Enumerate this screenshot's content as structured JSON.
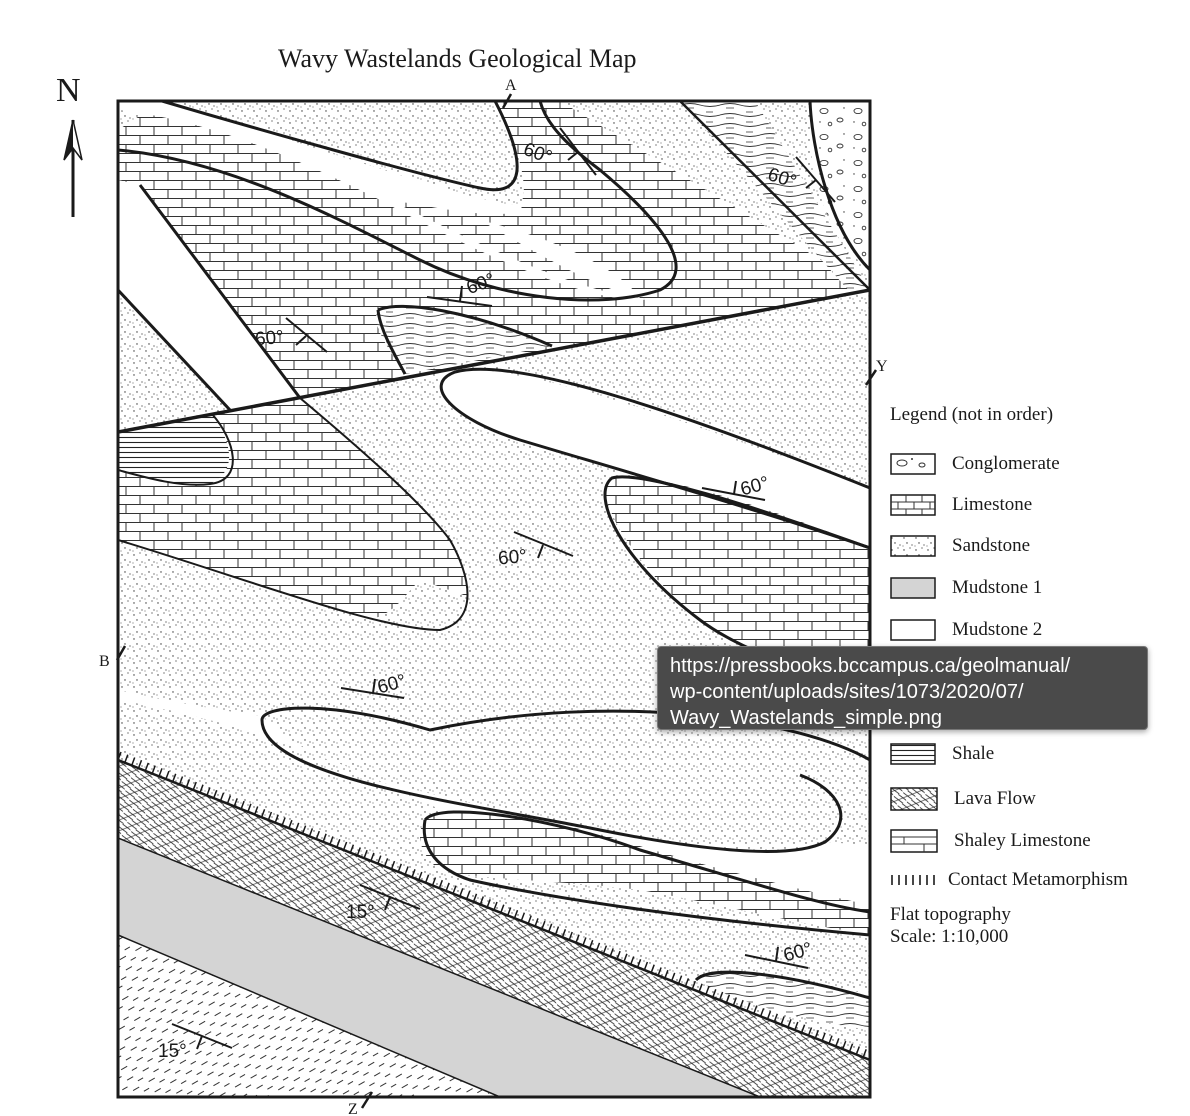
{
  "map": {
    "title": "Wavy Wastelands Geological Map",
    "north_label": "N",
    "point_labels": {
      "a": "A",
      "b": "B",
      "y": "Y",
      "z": "Z"
    },
    "dip_labels": {
      "d1": "60°",
      "d2": "60°",
      "d3": "60°",
      "d4": "60°",
      "d5": "60°",
      "d6": "60°",
      "d7": "60°",
      "d8": "15°",
      "d9": "60°",
      "d10": "15°"
    }
  },
  "legend": {
    "title": "Legend (not in order)",
    "items": [
      {
        "label": "Conglomerate",
        "pattern": "conglomerate"
      },
      {
        "label": "Limestone",
        "pattern": "limestone"
      },
      {
        "label": "Sandstone",
        "pattern": "sandstone"
      },
      {
        "label": "Mudstone 1",
        "pattern": "mudstone1"
      },
      {
        "label": "Mudstone 2",
        "pattern": "mudstone2"
      },
      {
        "label": "Shale",
        "pattern": "shale"
      },
      {
        "label": "Lava Flow",
        "pattern": "lava"
      },
      {
        "label": "Shaley Limestone",
        "pattern": "shaley-limestone"
      },
      {
        "label": "Contact Metamorphism",
        "pattern": "contact"
      }
    ],
    "topography": "Flat topography",
    "scale": "Scale: 1:10,000"
  },
  "tooltip": {
    "line1": "https://pressbooks.bccampus.ca/geolmanual/",
    "line2": "wp-content/uploads/sites/1073/2020/07/",
    "line3": "Wavy_Wastelands_simple.png"
  },
  "colors": {
    "mudstone1": "#d4d4d4",
    "ink": "#1a1a1a",
    "tooltip": "#4a4a4a"
  }
}
